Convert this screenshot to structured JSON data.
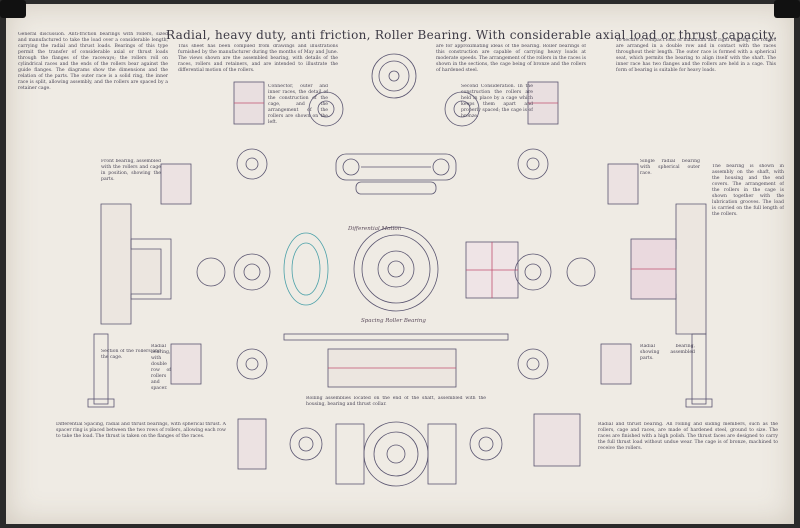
{
  "title": "Radial, heavy duty, anti friction, Roller Bearing.  With considerable axial load or thrust capacity.",
  "notes": {
    "left_column": "General discussion. Anti-friction bearings with rollers, sized and manufactured to take the load over a considerable length, carrying the radial and thrust loads. Bearings of this type permit the transfer of considerable axial or thrust loads through the flanges of the raceways; the rollers roll on cylindrical races and the ends of the rollers bear against the guide flanges. The diagrams show the dimensions and the relation of the parts. The outer race is a solid ring, the inner race is split, allowing assembly, and the rollers are spaced by a retainer cage.",
    "top_left": "This sheet has been compiled from drawings and illustrations furnished by the manufacturer during the months of May and June. The views shown are the assembled bearing, with details of the races, rollers and retainers, and are intended to illustrate the differential motion of the rollers.",
    "top_right": "are for approximating ideas of the bearing. Roller bearings of this construction are capable of carrying heavy loads at moderate speeds. The arrangement of the rollers in the races is shown in the sections, the cage being of bronze and the rollers of hardened steel.",
    "far_right": "To secure a compact load of maximum and rigid bearing, the rollers are arranged in a double row and in contact with the races throughout their length. The outer race is formed with a spherical seat, which permits the bearing to align itself with the shaft. The inner race has two flanges and the rollers are held in a cage. This form of bearing is suitable for heavy loads.",
    "center_note": "Connector, outer and inner races, the detail of the construction of the cage, and the arrangement of the rollers are shown on the left.",
    "second_note": "Second Consideration. In the construction the rollers are held in place by a cage which keeps them apart and properly spaced; the cage is of bronze.",
    "mid_left_1": "Front bearing, assembled with the rollers and cage in position, showing the parts.",
    "mid_left_2": "Section of the rollers and the cage.",
    "mid_left_3": "Radial bearing, with double row of rollers and spacer.",
    "right_mid_1": "Single radial bearing with spherical outer race.",
    "right_mid_2": "Radial bearing, showing assembled parts.",
    "right_long": "The bearing is shown in assembly on the shaft, with the housing and the end covers. The arrangement of the rollers in the cage is shown together with the lubrication grooves. The load is carried on the full length of the rollers.",
    "bottom_left": "Differential Spacing, radial and thrust bearings, with spherical thrust. A spacer ring is placed between the two rows of rollers, allowing each row to take the load. The thrust is taken on the flanges of the races.",
    "bottom_center": "Rolling assemblies located on the end of the shaft, assembled with the housing, bearing and thrust collar.",
    "bottom_right": "Radial and thrust bearing. All rolling and sliding members, such as the rollers, cage and races, are made of hardened steel, ground to size. The races are finished with a high polish. The thrust faces are designed to carry the full thrust load without undue wear. The cage is of bronze, machined to receive the rollers."
  },
  "captions": {
    "differential": "Differential Motion",
    "spacing": "Spacing Roller Bearing"
  }
}
